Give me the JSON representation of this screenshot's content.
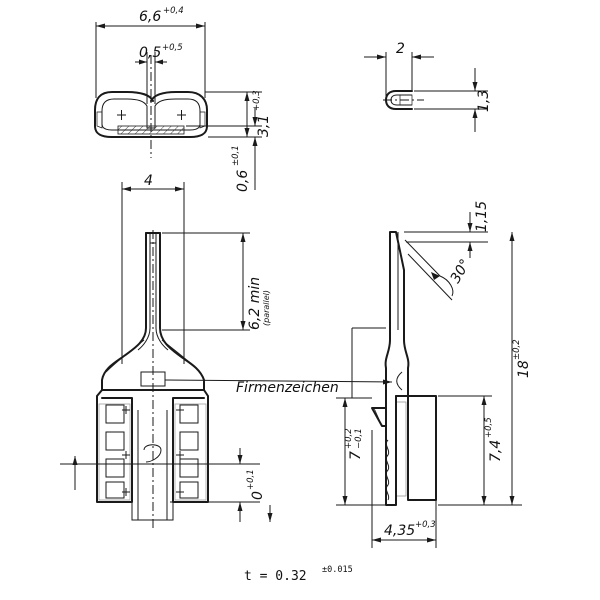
{
  "dimensions": {
    "top_width": {
      "value": "6,6",
      "tol": "+0,4"
    },
    "top_gap": {
      "value": "0,5",
      "tol": "+0,5"
    },
    "top_height": {
      "value": "3,1",
      "tol": "+0,3"
    },
    "top_base": {
      "value": "0,6",
      "tol": "±0,1"
    },
    "end_width": {
      "value": "2"
    },
    "end_height": {
      "value": "1,3"
    },
    "front_width": {
      "value": "4"
    },
    "tab_length": {
      "value": "6,2 min",
      "note": "(parallel)"
    },
    "bottom_offset": {
      "value": "0",
      "tol": "+0,1"
    },
    "side_offset": {
      "value": "1,15"
    },
    "angle": {
      "value": "30°"
    },
    "total_length": {
      "value": "18",
      "tol": "±0,2"
    },
    "crimp_length": {
      "value": "7,4",
      "tol": "+0,5"
    },
    "insulation_length": {
      "value": "7",
      "tol_upper": "+0,2",
      "tol_lower": "−0,1"
    },
    "side_width": {
      "value": "4,35",
      "tol": "+0,3"
    }
  },
  "labels": {
    "company_mark": "Firmenzeichen"
  },
  "thickness": {
    "label": "t = 0.32",
    "tol": "±0.015"
  }
}
